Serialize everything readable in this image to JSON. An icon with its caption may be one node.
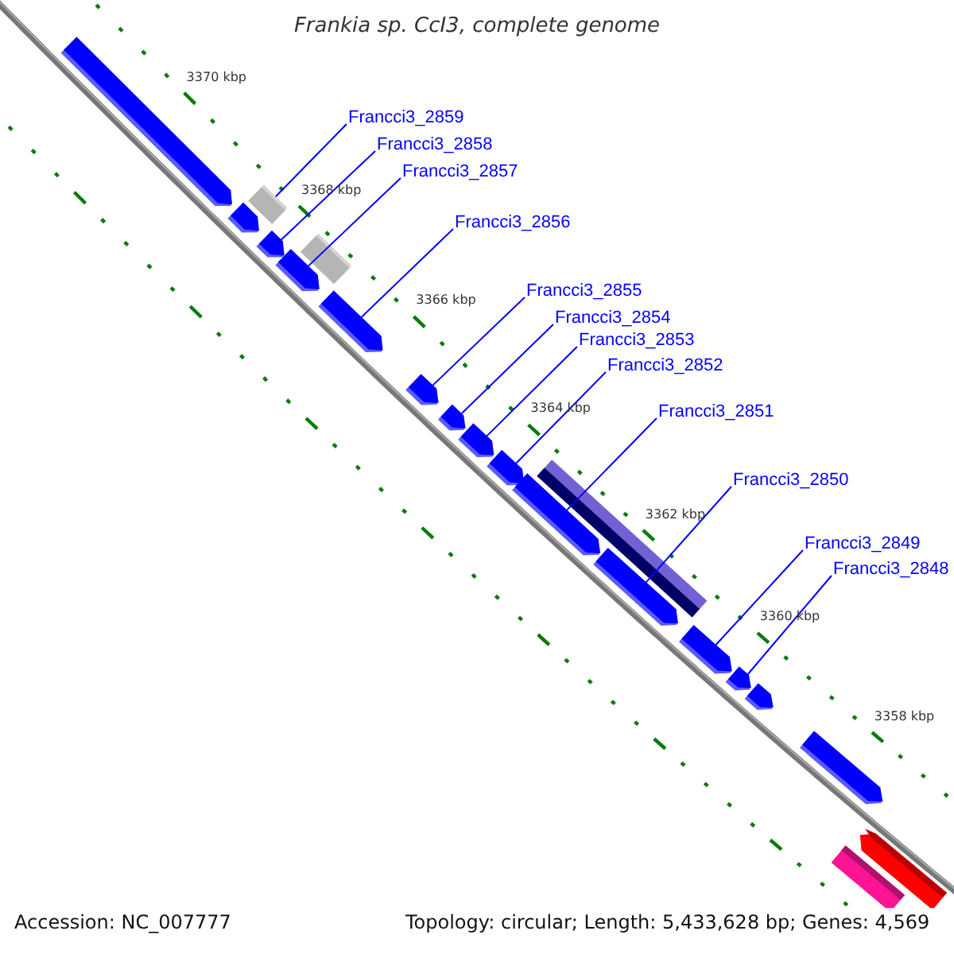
{
  "diagram": {
    "title": "Frankia sp. CcI3, complete genome",
    "nodes": [
      {
        "text": [
          "Francci3_2859"
        ]
      },
      {
        "text": [
          "Francci3_2858"
        ]
      },
      {
        "text": [
          "Francci3_2857"
        ]
      },
      {
        "text": [
          "Francci3_2856"
        ]
      },
      {
        "text": [
          "Francci3_2855"
        ]
      },
      {
        "text": [
          "Francci3_2854"
        ]
      },
      {
        "text": [
          "Francci3_2853"
        ]
      },
      {
        "text": [
          "Francci3_2852"
        ]
      },
      {
        "text": [
          "Francci3_2851"
        ]
      },
      {
        "text": [
          "Francci3_2850"
        ]
      },
      {
        "text": [
          "Francci3_2849"
        ]
      },
      {
        "text": [
          "Francci3_2848"
        ]
      },
      {
        "text": [],
        "shape": "arrow"
      },
      {
        "text": [],
        "shape": "arrow"
      },
      {
        "text": [],
        "shape": "box"
      },
      {
        "text": [],
        "shape": "arrow"
      },
      {
        "text": [],
        "shape": "arrow"
      },
      {
        "text": [],
        "shape": "box"
      },
      {
        "text": [],
        "shape": "arrow"
      },
      {
        "text": [],
        "shape": "arrow"
      },
      {
        "text": [],
        "shape": "arrow"
      },
      {
        "text": [],
        "shape": "arrow"
      },
      {
        "text": [],
        "shape": "arrow"
      },
      {
        "text": [],
        "shape": "arrow"
      },
      {
        "text": [],
        "shape": "box"
      },
      {
        "text": [],
        "shape": "arrow"
      },
      {
        "text": [],
        "shape": "arrow"
      },
      {
        "text": [],
        "shape": "arrow"
      },
      {
        "text": [],
        "shape": "arrow"
      },
      {
        "text": [],
        "shape": "arrow"
      },
      {
        "text": [],
        "shape": "arrow"
      },
      {
        "text": [],
        "shape": "box"
      }
    ],
    "edges": [
      {
        "from": 0,
        "to": 14,
        "arrow": "none"
      },
      {
        "from": 1,
        "to": 15,
        "arrow": "none"
      },
      {
        "from": 2,
        "to": 16,
        "arrow": "none"
      },
      {
        "from": 3,
        "to": 18,
        "arrow": "none"
      },
      {
        "from": 4,
        "to": 19,
        "arrow": "none"
      },
      {
        "from": 5,
        "to": 20,
        "arrow": "none"
      },
      {
        "from": 6,
        "to": 21,
        "arrow": "none"
      },
      {
        "from": 7,
        "to": 22,
        "arrow": "none"
      },
      {
        "from": 8,
        "to": 23,
        "arrow": "none"
      },
      {
        "from": 9,
        "to": 25,
        "arrow": "none"
      },
      {
        "from": 10,
        "to": 26,
        "arrow": "none"
      },
      {
        "from": 11,
        "to": 27,
        "arrow": "none"
      }
    ],
    "labels": [
      "3370 kbp",
      "3368 kbp",
      "3366 kbp",
      "3364 kbp",
      "3362 kbp",
      "3360 kbp",
      "3358 kbp",
      "Accession: NC_007777",
      "Topology: circular; Length: 5,433,628 bp; Genes: 4,569"
    ]
  }
}
